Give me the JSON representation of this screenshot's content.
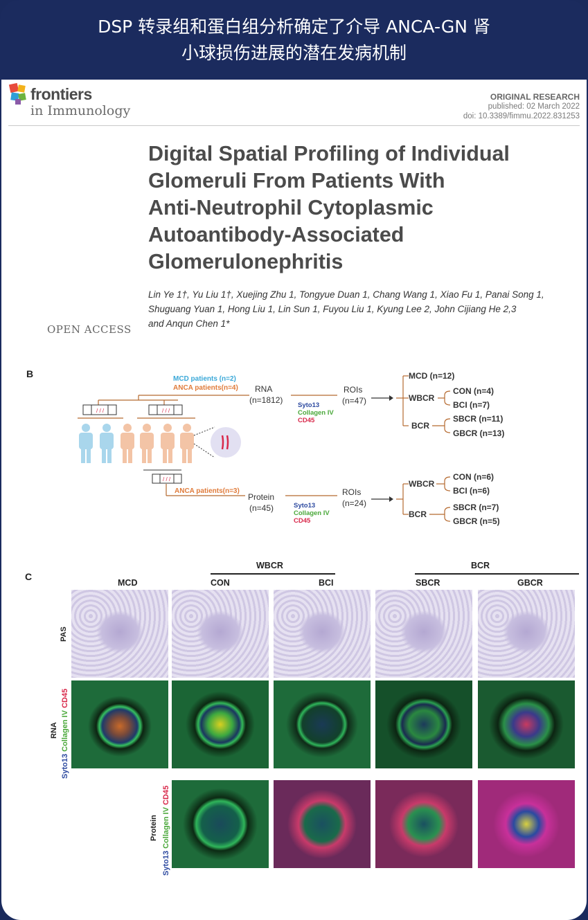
{
  "banner": {
    "line1": "DSP 转录组和蛋白组分析确定了介导 ANCA-GN 肾",
    "line2": "小球损伤进展的潜在发病机制"
  },
  "journal": {
    "name_line1": "frontiers",
    "name_line2": "in Immunology",
    "article_type": "ORIGINAL RESEARCH",
    "published": "published: 02 March 2022",
    "doi": "doi: 10.3389/fimmu.2022.831253"
  },
  "article": {
    "title_lines": [
      "Digital Spatial Profiling of Individual",
      "Glomeruli From Patients With",
      "Anti-Neutrophil Cytoplasmic",
      "Autoantibody-Associated",
      "Glomerulonephritis"
    ],
    "authors_lines": [
      "Lin Ye 1†, Yu Liu 1†, Xuejing Zhu 1, Tongyue Duan 1, Chang Wang 1, Xiao Fu 1, Panai Song 1,",
      "Shuguang Yuan 1, Hong Liu 1, Lin Sun 1, Fuyou Liu 1, Kyung Lee 2, John Cijiang He 2,3",
      "and Anqun Chen 1*"
    ],
    "open_access": "OPEN ACCESS"
  },
  "panel_b": {
    "label": "B",
    "mcd_patients": "MCD patients (n=2)",
    "anca_patients_rna": "ANCA patients(n=4)",
    "anca_patients_protein": "ANCA patients(n=3)",
    "rna": "RNA",
    "rna_n": "(n=1812)",
    "protein": "Protein",
    "protein_n": "(n=45)",
    "rois": "ROIs",
    "rois_rna_n": "(n=47)",
    "rois_protein_n": "(n=24)",
    "stain_syto13": "Syto13",
    "stain_collagen": "Collagen IV",
    "stain_cd45": "CD45",
    "rna_tree": {
      "mcd": "MCD (n=12)",
      "wbcr": "WBCR",
      "con": "CON (n=4)",
      "bci": "BCI (n=7)",
      "bcr": "BCR",
      "sbcr": "SBCR (n=11)",
      "gbcr": "GBCR (n=13)"
    },
    "protein_tree": {
      "wbcr": "WBCR",
      "con": "CON (n=6)",
      "bci": "BCI (n=6)",
      "bcr": "BCR",
      "sbcr": "SBCR (n=7)",
      "gbcr": "GBCR (n=5)"
    },
    "colors": {
      "mcd": "#3aa8d8",
      "anca": "#e07b3a",
      "tree": "#b5692e",
      "syto": "#2d4aa0",
      "collagen": "#4aa83a",
      "cd45": "#d8284a"
    }
  },
  "panel_c": {
    "label": "C",
    "group_wbcr": "WBCR",
    "group_bcr": "BCR",
    "columns": [
      "MCD",
      "CON",
      "BCI",
      "SBCR",
      "GBCR"
    ],
    "row_pas": "PAS",
    "row_rna": "RNA",
    "row_protein": "Protein",
    "stain_syto13": "Syto13",
    "stain_collagen": "Collagen IV",
    "stain_cd45": "CD45"
  }
}
